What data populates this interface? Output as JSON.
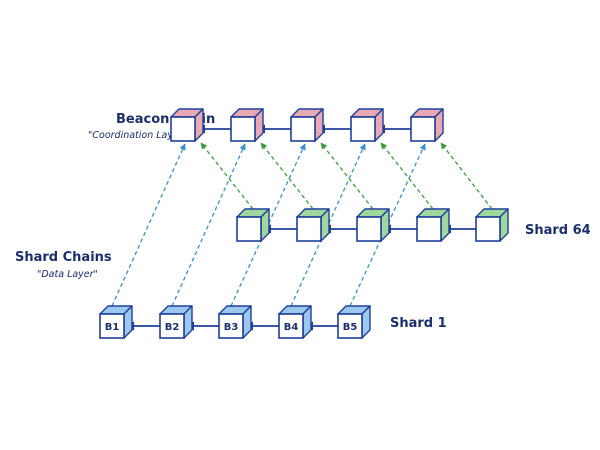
{
  "labels": {
    "beacon_title": "Beacon Chain",
    "beacon_subtitle": "\"Coordination Layer\"",
    "shard_chains_title": "Shard Chains",
    "shard_chains_subtitle": "\"Data Layer\"",
    "shard64": "Shard 64",
    "shard1": "Shard 1"
  },
  "shard1_blocks": [
    "B1",
    "B2",
    "B3",
    "B4",
    "B5"
  ],
  "colors": {
    "outline": "#1f3f9a",
    "beacon_accent": "#e8a9b4",
    "shard64_accent": "#9fd89c",
    "shard1_accent": "#9cc8ee",
    "link_blue": "#3a8fd0",
    "link_green": "#3c9a3c",
    "arrow": "#1f3f9a",
    "text": "#1b2f6b"
  }
}
